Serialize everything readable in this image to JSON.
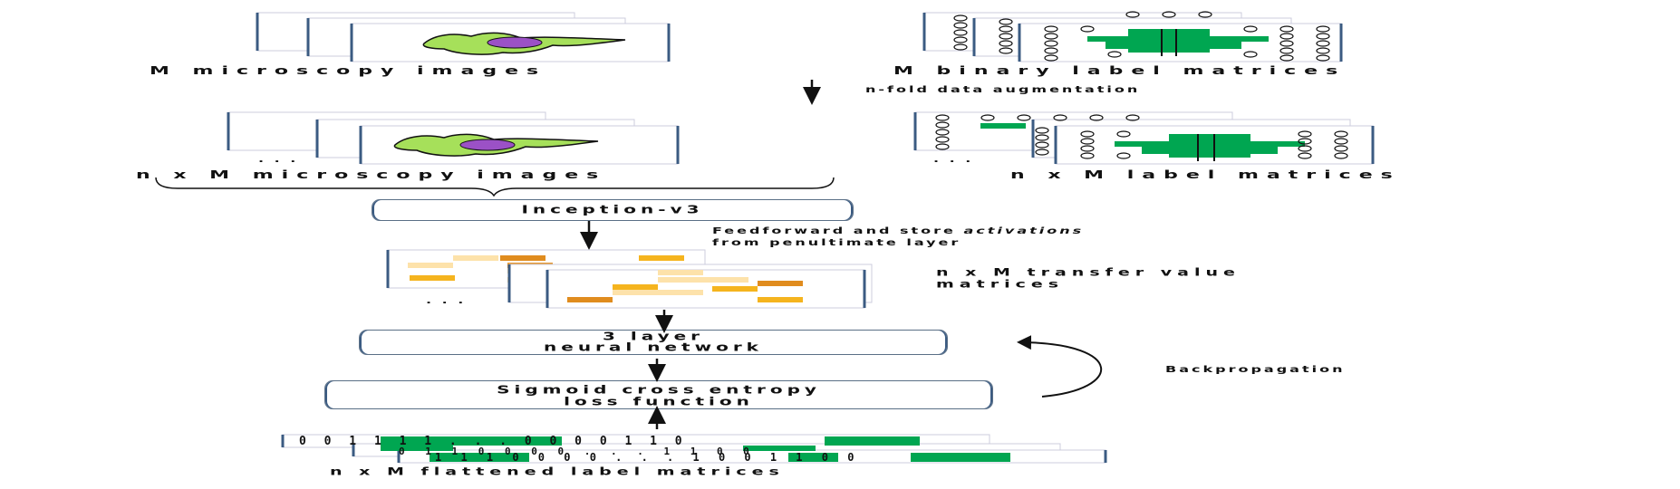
{
  "labels": {
    "m_microscopy": "M microscopy images",
    "m_binary": "M binary label matrices",
    "augmentation": "n-fold data augmentation",
    "nm_microscopy": "n x M microscopy images",
    "nm_label": "n x M label matrices",
    "inception": "Inception-v3",
    "feedforward_line1_pre": "Feedforward and store ",
    "feedforward_line1_em": "activations",
    "feedforward_line2": "from penultimate layer",
    "transfer_line1": "n x M transfer value",
    "transfer_line2": "matrices",
    "nn_line1": "3 layer",
    "nn_line2": "neural network",
    "loss_line1": "Sigmoid cross entropy",
    "loss_line2": "loss function",
    "backprop": "Backpropagation",
    "flattened": "n x M flattened label matrices",
    "ellipsis": ". . ."
  },
  "flat_rows": [
    "0 0 1 1 1 1 . . . 0 0 0 0 1 1 0",
    "0 1 1 0 0 0 0 . . . 1 1 0 0",
    "1 1 1 0 0 0 0 . . . 1 0 0 1 1 0 0"
  ],
  "colors": {
    "cell_green": "#a6e05a",
    "nucleus": "#9b51c6",
    "label_green": "#00a651",
    "frame_blue": "#3b5b82",
    "orange_dark": "#e08c1e",
    "orange_mid": "#f5b41e",
    "orange_light": "#fde2aa"
  },
  "icons": [
    "cell-image",
    "binary-matrix",
    "down-arrow",
    "up-arrow",
    "curved-arrow",
    "curly-brace"
  ]
}
